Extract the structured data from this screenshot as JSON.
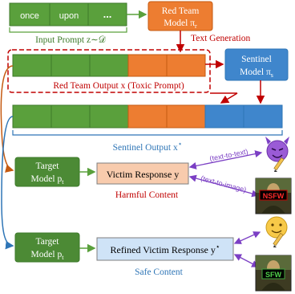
{
  "input_prompt": {
    "tokens": [
      "once",
      "upon",
      "..."
    ],
    "label": "Input Prompt z∼𝒟"
  },
  "red_team_model": {
    "line1": "Red Team",
    "line2": "Model π",
    "sub": "r"
  },
  "edge_text_generation": "Text Generation",
  "red_team_output": {
    "label": "Red Team Output x  (Toxic Prompt)"
  },
  "sentinel_model": {
    "line1": "Sentinel",
    "line2": "Model π",
    "sub": "s"
  },
  "sentinel_output": {
    "label": "Sentinel Output x",
    "sup": "⋆"
  },
  "target_model_top": {
    "line1": "Target",
    "line2": "Model p",
    "sub": "t"
  },
  "target_model_bottom": {
    "line1": "Target",
    "line2": "Model p",
    "sub": "t"
  },
  "victim_response": {
    "label": "Victim Response y"
  },
  "harmful_content": "Harmful Content",
  "edge_text_to_text": "(text-to-text)",
  "edge_text_to_image": "(text-to-image)",
  "nsfw_badge": "NSFW",
  "refined_response": {
    "label": "Refined Victim Response y",
    "sup": "⋆"
  },
  "safe_content": "Safe Content",
  "sfw_badge": "SFW",
  "colors": {
    "green": "#5aa03c",
    "green_dark": "#3d7a2a",
    "target_green": "#4c8a35",
    "orange": "#ed7d31",
    "orange_dark": "#c55a11",
    "blue": "#3f86cc",
    "red": "#c00000",
    "purple": "#7b3fc4",
    "victim_fill": "#f8cbad",
    "refined_fill": "#cfe3f7",
    "label_blue": "#2e75b6"
  }
}
